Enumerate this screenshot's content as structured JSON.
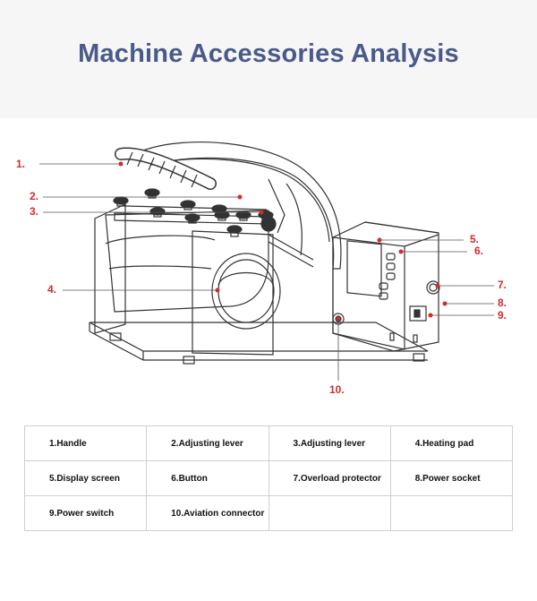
{
  "title": "Machine Accessories Analysis",
  "accent_color": "#d42a2a",
  "title_color": "#4a5a8a",
  "callouts": [
    "1.",
    "2.",
    "3.",
    "4.",
    "5.",
    "6.",
    "7.",
    "8.",
    "9.",
    "10."
  ],
  "legend": [
    [
      "1.Handle",
      "2.Adjusting lever",
      "3.Adjusting lever",
      "4.Heating pad"
    ],
    [
      "5.Display screen",
      "6.Button",
      "7.Overload protector",
      "8.Power socket"
    ],
    [
      "9.Power switch",
      "10.Aviation connector",
      "",
      ""
    ]
  ]
}
